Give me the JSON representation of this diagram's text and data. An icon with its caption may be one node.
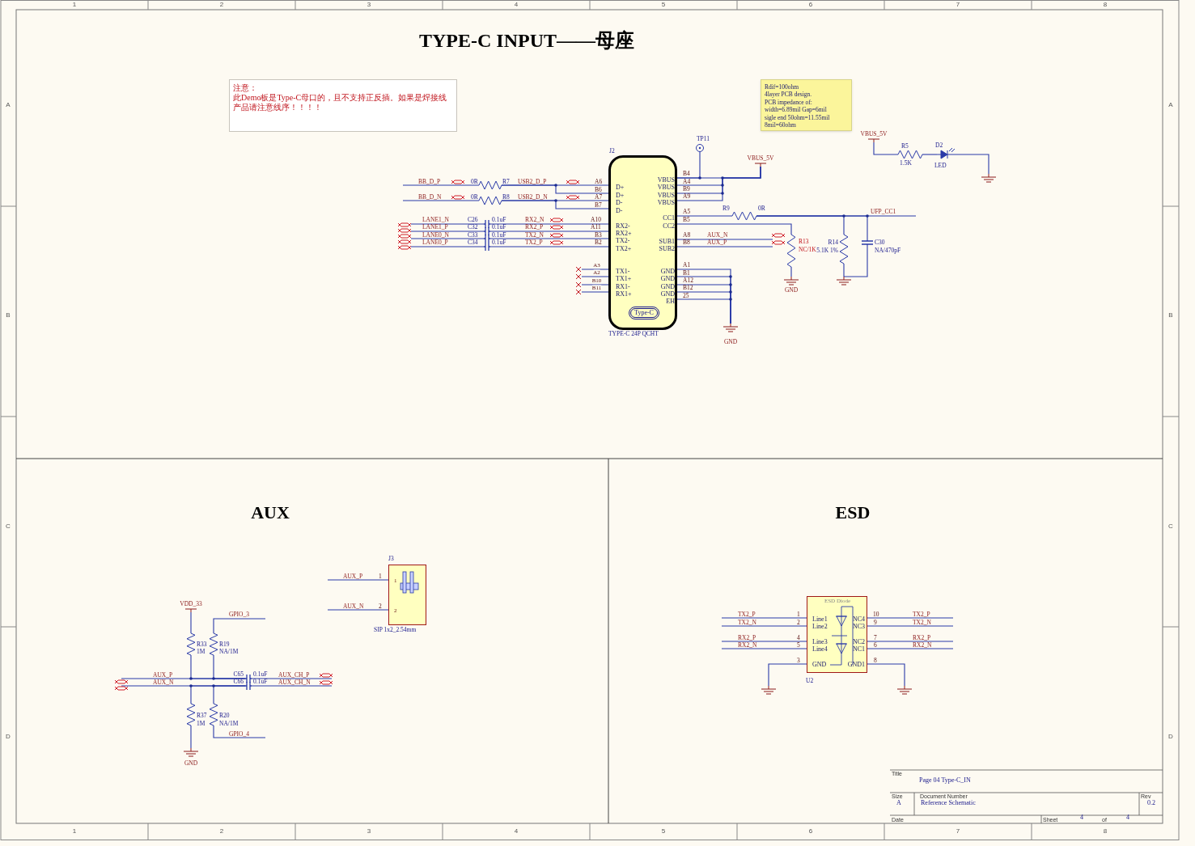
{
  "diagram": {
    "title": "TYPE-C INPUT——母座",
    "nodes": [
      {
        "text": [
          "注意：",
          "此Demo板是Type-C母口的，且不支持正反插。如果是焊接线产品请注意线序！！！！"
        ]
      },
      {
        "text": [
          "Rdif=100ohm",
          "4layer PCB design.",
          "PCB impedance of:",
          "width=6.89mil Gap=6mil",
          "sigle end 50ohm=11.55mil",
          "8mil=60ohm"
        ]
      },
      {
        "text": [
          "D+",
          "D+",
          "D-",
          "D-",
          "RX2-",
          "RX2+",
          "TX2-",
          "TX2+",
          "TX1-",
          "TX1+",
          "RX1-",
          "RX1+",
          "VBUS",
          "VBUS",
          "VBUS",
          "VBUS",
          "CC1",
          "CC2",
          "SUB1",
          "SUB2",
          "GND",
          "GND",
          "GND",
          "GND",
          "EH",
          "Type-C"
        ],
        "beside": [
          "J2",
          "TYPE-C 24P QCHT"
        ]
      },
      {
        "text": [],
        "shape": "resistor",
        "beside": [
          "0R",
          "R7"
        ]
      },
      {
        "text": [],
        "shape": "resistor",
        "beside": [
          "0R",
          "R8"
        ]
      },
      {
        "text": [],
        "shape": "capacitor",
        "beside": [
          "C26",
          "0.1uF"
        ]
      },
      {
        "text": [],
        "shape": "capacitor",
        "beside": [
          "C32",
          "0.1uF"
        ]
      },
      {
        "text": [],
        "shape": "capacitor",
        "beside": [
          "C33",
          "0.1uF"
        ]
      },
      {
        "text": [],
        "shape": "capacitor",
        "beside": [
          "C34",
          "0.1uF"
        ]
      },
      {
        "text": [],
        "shape": "circle",
        "beside": [
          "TP11"
        ]
      },
      {
        "text": [
          "VBUS_5V"
        ]
      },
      {
        "text": [],
        "shape": "resistor",
        "beside": [
          "R9",
          "0R"
        ]
      },
      {
        "text": [],
        "shape": "resistor",
        "beside": [
          "R13",
          "NC/1K"
        ]
      },
      {
        "text": [
          "GND"
        ]
      },
      {
        "text": [],
        "shape": "resistor",
        "beside": [
          "R14",
          "5.1K 1%"
        ]
      },
      {
        "text": [],
        "shape": "capacitor",
        "beside": [
          "C30",
          "NA/470pF"
        ]
      },
      {
        "text": [],
        "shape": "ground"
      },
      {
        "text": [
          "GND"
        ]
      },
      {
        "text": [
          "VBUS_5V"
        ]
      },
      {
        "text": [],
        "shape": "resistor",
        "beside": [
          "R5",
          "1.5K"
        ]
      },
      {
        "text": [],
        "shape": "diode",
        "beside": [
          "D2",
          "LED"
        ]
      },
      {
        "text": [],
        "shape": "ground"
      },
      {
        "text": [
          "1",
          "2"
        ],
        "beside": [
          "J3",
          "SIP 1x2_2.54mm"
        ]
      },
      {
        "text": [],
        "shape": "resistor",
        "beside": [
          "R33",
          "1M"
        ]
      },
      {
        "text": [],
        "shape": "resistor",
        "beside": [
          "R19",
          "NA/1M"
        ]
      },
      {
        "text": [],
        "shape": "resistor",
        "beside": [
          "R37",
          "1M"
        ]
      },
      {
        "text": [],
        "shape": "resistor",
        "beside": [
          "R20",
          "NA/1M"
        ]
      },
      {
        "text": [
          "VDD_33"
        ]
      },
      {
        "text": [
          "GND"
        ]
      },
      {
        "text": [],
        "shape": "capacitor",
        "beside": [
          "C65",
          "0.1uF"
        ]
      },
      {
        "text": [],
        "shape": "capacitor",
        "beside": [
          "C66",
          "0.1uF"
        ]
      },
      {
        "text": [
          "ESD Diode",
          "Line1",
          "Line2",
          "Line3",
          "Line4",
          "GND",
          "NC4",
          "NC3",
          "NC2",
          "NC1",
          "GND1"
        ],
        "beside": [
          "U2"
        ]
      },
      {
        "text": [],
        "shape": "ground"
      },
      {
        "text": [],
        "shape": "ground"
      },
      {
        "text": [
          "Title",
          "Page 04 Type-C_IN",
          "Size",
          "A",
          "Document Number",
          "Reference Schematic",
          "Rev",
          "0.2",
          "Date",
          "Sheet",
          "4",
          "of",
          "4"
        ]
      }
    ],
    "edges": [
      {
        "from": null,
        "to": 3,
        "arrow": "none"
      },
      {
        "from": 3,
        "to": 2,
        "arrow": "none"
      },
      {
        "from": 3,
        "to": 2,
        "arrow": "none"
      },
      {
        "from": null,
        "to": 4,
        "arrow": "none"
      },
      {
        "from": 4,
        "to": 2,
        "arrow": "none"
      },
      {
        "from": 4,
        "to": 2,
        "arrow": "none"
      },
      {
        "from": null,
        "to": 5,
        "arrow": "none"
      },
      {
        "from": 5,
        "to": 2,
        "arrow": "none"
      },
      {
        "from": null,
        "to": 6,
        "arrow": "none"
      },
      {
        "from": 6,
        "to": 2,
        "arrow": "none"
      },
      {
        "from": null,
        "to": 7,
        "arrow": "none"
      },
      {
        "from": 7,
        "to": 2,
        "arrow": "none"
      },
      {
        "from": null,
        "to": 8,
        "arrow": "none"
      },
      {
        "from": 8,
        "to": 2,
        "arrow": "none"
      },
      {
        "from": null,
        "to": 2,
        "arrow": "none",
        "label": "A3"
      },
      {
        "from": null,
        "to": 2,
        "arrow": "none",
        "label": "A2"
      },
      {
        "from": null,
        "to": 2,
        "arrow": "none",
        "label": "B10"
      },
      {
        "from": null,
        "to": 2,
        "arrow": "none",
        "label": "B11"
      },
      {
        "from": 2,
        "to": 9,
        "arrow": "none"
      },
      {
        "from": 2,
        "to": 10,
        "arrow": "none"
      },
      {
        "from": 2,
        "to": 10,
        "arrow": "none"
      },
      {
        "from": 2,
        "to": 10,
        "arrow": "none"
      },
      {
        "from": 2,
        "to": 10,
        "arrow": "none"
      },
      {
        "from": 2,
        "to": 11,
        "arrow": "none"
      },
      {
        "from": 11,
        "to": 14,
        "arrow": "none"
      },
      {
        "from": 11,
        "to": 15,
        "arrow": "none"
      },
      {
        "from": 11,
        "to": null,
        "arrow": "none"
      },
      {
        "from": 2,
        "to": 12,
        "arrow": "none"
      },
      {
        "from": 12,
        "to": 13,
        "arrow": "none"
      },
      {
        "from": 2,
        "to": null,
        "arrow": "none"
      },
      {
        "from": 2,
        "to": null,
        "arrow": "none"
      },
      {
        "from": 2,
        "to": 17,
        "arrow": "none"
      },
      {
        "from": 2,
        "to": 17,
        "arrow": "none"
      },
      {
        "from": 2,
        "to": 17,
        "arrow": "none"
      },
      {
        "from": 2,
        "to": 17,
        "arrow": "none"
      },
      {
        "from": 2,
        "to": 17,
        "arrow": "none"
      },
      {
        "from": 14,
        "to": 16,
        "arrow": "none"
      },
      {
        "from": 15,
        "to": 16,
        "arrow": "none"
      },
      {
        "from": 18,
        "to": 19,
        "arrow": "none"
      },
      {
        "from": 19,
        "to": 20,
        "arrow": "none"
      },
      {
        "from": 20,
        "to": 21,
        "arrow": "none"
      },
      {
        "from": null,
        "to": 22,
        "arrow": "none"
      },
      {
        "from": null,
        "to": 22,
        "arrow": "none"
      },
      {
        "from": 27,
        "to": 23,
        "arrow": "none"
      },
      {
        "from": 23,
        "to": 29,
        "arrow": "none"
      },
      {
        "from": null,
        "to": 29,
        "arrow": "none"
      },
      {
        "from": null,
        "to": 24,
        "arrow": "none"
      },
      {
        "from": 24,
        "to": 29,
        "arrow": "none"
      },
      {
        "from": null,
        "to": 30,
        "arrow": "none"
      },
      {
        "from": 25,
        "to": 30,
        "arrow": "none"
      },
      {
        "from": 26,
        "to": 30,
        "arrow": "none"
      },
      {
        "from": 25,
        "to": 28,
        "arrow": "none"
      },
      {
        "from": 26,
        "to": null,
        "arrow": "none"
      },
      {
        "from": 29,
        "to": null,
        "arrow": "none"
      },
      {
        "from": 30,
        "to": null,
        "arrow": "none"
      },
      {
        "from": null,
        "to": 31,
        "arrow": "none"
      },
      {
        "from": null,
        "to": 31,
        "arrow": "none"
      },
      {
        "from": null,
        "to": 31,
        "arrow": "none"
      },
      {
        "from": null,
        "to": 31,
        "arrow": "none"
      },
      {
        "from": 31,
        "to": null,
        "arrow": "none"
      },
      {
        "from": 31,
        "to": null,
        "arrow": "none"
      },
      {
        "from": 31,
        "to": null,
        "arrow": "none"
      },
      {
        "from": 31,
        "to": null,
        "arrow": "none"
      },
      {
        "from": 31,
        "to": 32,
        "arrow": "none"
      },
      {
        "from": 31,
        "to": 33,
        "arrow": "none"
      }
    ],
    "labels": [
      "1",
      "2",
      "3",
      "4",
      "5",
      "6",
      "7",
      "8",
      "A",
      "A",
      "B",
      "B",
      "C",
      "C",
      "D",
      "D",
      "1",
      "2",
      "3",
      "4",
      "5",
      "6",
      "7",
      "8",
      "BB_D_P",
      "USB2_D_P",
      "A6",
      "B6",
      "BB_D_N",
      "USB2_D_N",
      "A7",
      "B7",
      "LANE1_N",
      "RX2_N",
      "A10",
      "LANE1_P",
      "RX2_P",
      "A11",
      "LANE0_N",
      "TX2_N",
      "B3",
      "LANE0_P",
      "TX2_P",
      "B2",
      "B4",
      "A4",
      "B9",
      "A9",
      "A5",
      "B5",
      "UFP_CC1",
      "A8",
      "AUX_N",
      "B8",
      "AUX_P",
      "A1",
      "B1",
      "A12",
      "B12",
      "25",
      "AUX",
      "ESD",
      "AUX_P",
      "1",
      "AUX_N",
      "2",
      "GPIO_3",
      "AUX_P",
      "AUX_CH_P",
      "AUX_N",
      "AUX_CH_N",
      "GPIO_4",
      "TX2_P",
      "1",
      "10",
      "TX2_P",
      "TX2_N",
      "2",
      "9",
      "TX2_N",
      "RX2_P",
      "4",
      "7",
      "RX2_P",
      "RX2_N",
      "5",
      "6",
      "RX2_N",
      "3",
      "8"
    ]
  }
}
